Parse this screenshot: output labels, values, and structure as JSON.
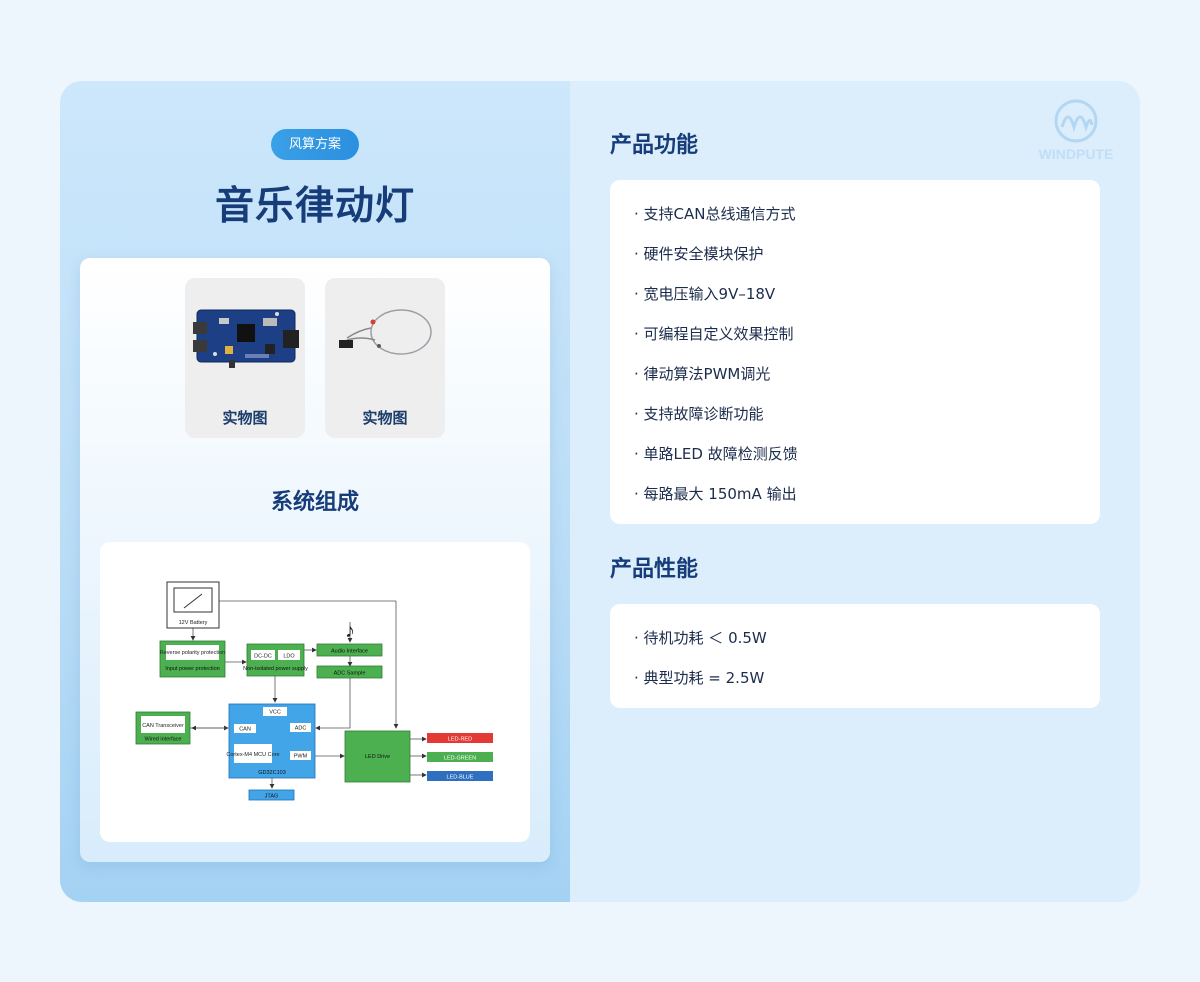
{
  "header": {
    "tag": "风算方案",
    "title": "音乐律动灯"
  },
  "photos": [
    {
      "caption": "实物图",
      "icon": "pcb-board-photo"
    },
    {
      "caption": "实物图",
      "icon": "led-wire-photo"
    }
  ],
  "system": {
    "title": "系统组成",
    "diagram": {
      "battery": "12V Battery",
      "reverse_polarity": "Reverse polarity protection",
      "input_power": "Input power protection",
      "dcdc": "DC-DC",
      "ldo": "LDO",
      "non_isolated": "Non-isolated power supply",
      "audio_interface": "Audio Interface",
      "adc_sample": "ADC Sample",
      "vcc": "VCC",
      "can": "CAN",
      "adc": "ADC",
      "core": "Cortex-M4 MCU Core",
      "pwm": "PWM",
      "mcu": "GD32C103",
      "jtag": "JTAG",
      "can_transceiver": "CAN Transceiver",
      "wired_interface": "Wired interface",
      "led_drive": "LED Drive",
      "led_red": "LED-RED",
      "led_green": "LED-GREEN",
      "led_blue": "LED-BLUE"
    }
  },
  "features": {
    "title": "产品功能",
    "items": [
      "· 支持CAN总线通信方式",
      "· 硬件安全模块保护",
      "· 宽电压输入9V–18V",
      "· 可编程自定义效果控制",
      "· 律动算法PWM调光",
      "· 支持故障诊断功能",
      "· 单路LED 故障检测反馈",
      "· 每路最大 150mA 输出"
    ]
  },
  "performance": {
    "title": "产品性能",
    "items": [
      "· 待机功耗 ＜ 0.5W",
      "· 典型功耗 = 2.5W"
    ]
  },
  "brand": {
    "logo_text": "WINDPUTE"
  },
  "colors": {
    "accent": "#2b8fe0",
    "heading": "#163d7a",
    "green_block": "#4caf50",
    "mcu_block": "#42a5e8"
  }
}
